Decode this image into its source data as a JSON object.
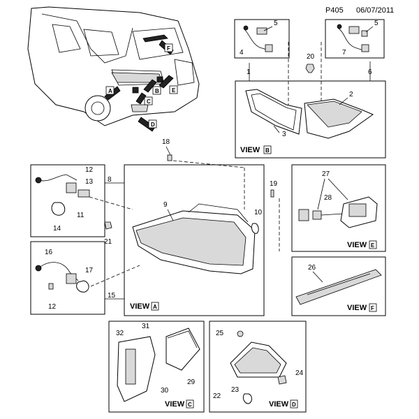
{
  "header": {
    "page_code": "P405",
    "date": "06/07/2011"
  },
  "views": {
    "a": {
      "label": "VIEW",
      "letter": "A"
    },
    "b": {
      "label": "VIEW",
      "letter": "B"
    },
    "c": {
      "label": "VIEW",
      "letter": "C"
    },
    "d": {
      "label": "VIEW",
      "letter": "D"
    },
    "e": {
      "label": "VIEW",
      "letter": "E"
    },
    "f": {
      "label": "VIEW",
      "letter": "F"
    }
  },
  "car_callouts": [
    "A",
    "B",
    "C",
    "D",
    "E",
    "F"
  ],
  "parts": {
    "p1": "1",
    "p2": "2",
    "p3": "3",
    "p4": "4",
    "p5a": "5",
    "p5b": "5",
    "p6": "6",
    "p7": "7",
    "p8": "8",
    "p9": "9",
    "p10": "10",
    "p11": "11",
    "p12a": "12",
    "p12b": "12",
    "p13": "13",
    "p14": "14",
    "p15": "15",
    "p16": "16",
    "p17": "17",
    "p18": "18",
    "p19": "19",
    "p20": "20",
    "p21": "21",
    "p22": "22",
    "p23": "23",
    "p24": "24",
    "p25": "25",
    "p26": "26",
    "p27": "27",
    "p28": "28",
    "p29": "29",
    "p30": "30",
    "p31": "31",
    "p32": "32"
  }
}
